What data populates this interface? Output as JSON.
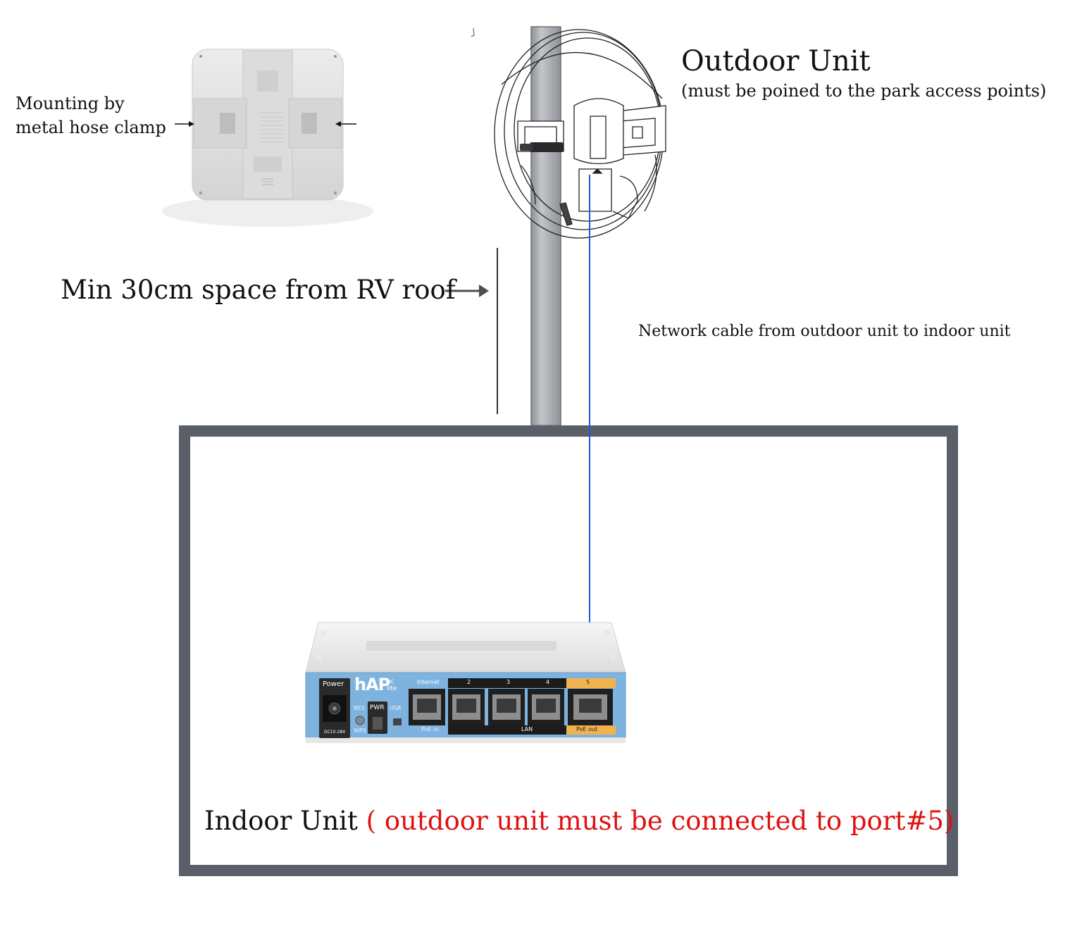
{
  "labels": {
    "mounting_line1": "Mounting by",
    "mounting_line2": "metal hose clamp",
    "outdoor_title": "Outdoor Unit",
    "outdoor_subtitle": "(must be poined to the park access points)",
    "min_space": "Min 30cm space from RV roof",
    "cable": "Network cable from outdoor unit to indoor unit",
    "indoor_label": "Indoor Unit",
    "indoor_note": "( outdoor unit must be connected to port#5)"
  },
  "router": {
    "power_label": "Power",
    "dc_label": "DC10-28V",
    "model_logo": "hAP",
    "model_sub_top": "ac",
    "model_sub_bottom": "lite",
    "res_label": "RES",
    "wps_label": "WPS",
    "pwr_label": "PWR",
    "usr_label": "USR",
    "internet_label": "Internet",
    "port_numbers": [
      "2",
      "3",
      "4",
      "5"
    ],
    "poe_in_label": "PoE in",
    "lan_label": "LAN",
    "poe_out_label": "PoE out"
  },
  "colors": {
    "enclosure": "#5a5f68",
    "pole": "#a9abaf",
    "cable": "#2255dd",
    "note_red": "#e01010",
    "router_blue": "#7fb3df",
    "poe_orange": "#f2b24e"
  },
  "icons": {
    "arrow_right": "arrow-right-icon",
    "arrow_left": "arrow-left-icon",
    "router": "router-icon",
    "antenna_photo": "outdoor-antenna-icon",
    "dish_drawing": "dish-antenna-icon"
  }
}
